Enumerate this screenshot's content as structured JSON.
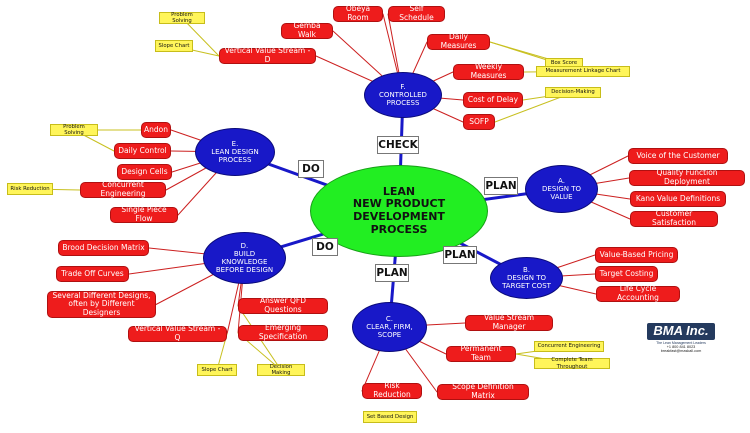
{
  "central": "LEAN\nNEW PRODUCT\nDEVELOPMENT\nPROCESS",
  "branches": {
    "a": "A.\nDESIGN TO\nVALUE",
    "b": "B.\nDESIGN TO\nTARGET COST",
    "c": "C.\nCLEAR, FIRM,\nSCOPE",
    "d": "D.\nBUILD\nKNOWLEDGE\nBEFORE DESIGN",
    "e": "E.\nLEAN DESIGN\nPROCESS",
    "f": "F.\nCONTROLLED\nPROCESS"
  },
  "phases": {
    "check": "CHECK",
    "plan_a": "PLAN",
    "plan_b": "PLAN",
    "plan_c": "PLAN",
    "do_d": "DO",
    "do_e": "DO"
  },
  "topics": {
    "voice_customer": "Voice of the Customer",
    "qfd": "Quality Function Deployment",
    "kano": "Kano Value Definitions",
    "customer_satisfaction": "Customer Satisfaction",
    "value_pricing": "Value-Based Pricing",
    "target_costing": "Target Costing",
    "life_cycle": "Life Cycle Accounting",
    "vsm": "Value Stream Manager",
    "permanent_team": "Permanent Team",
    "risk_reduction_c": "Risk Reduction",
    "scope_matrix": "Scope Definition Matrix",
    "answer_qfd": "Answer QFD Questions",
    "emerging_spec": "Emerging Specification",
    "vvs_q": "Vertical Value Stream - Q",
    "brood": "Brood Decision Matrix",
    "tradeoff": "Trade Off Curves",
    "several_designs": "Several Different Designs,\noften by Different Designers",
    "single_piece": "Single Piece Flow",
    "andon": "Andon",
    "daily_control": "Daily Control",
    "design_cells": "Design Cells",
    "concurrent_eng": "Concurrent Engineering",
    "gemba": "Gemba Walk",
    "obeya": "Obeya Room",
    "self_schedule": "Self Schedule",
    "daily_measures": "Daily Measures",
    "vvs_d": "Vertical Value Stream - D",
    "weekly_measures": "Weekly Measures",
    "cost_delay": "Cost of Delay",
    "sofp": "SOFP"
  },
  "notes": {
    "problem_solving_f": "Problem Solving",
    "slope_chart_f": "Slope Chart",
    "box_score": "Box Score",
    "measurement_linkage": "Measurement Linkage Chart",
    "decision_making_f": "Decision-Making",
    "problem_solving_e": "Problem Solving",
    "risk_reduction_e": "Risk Reduction",
    "concurrent_eng_c": "Concurrent Engineering",
    "complete_team": "Complete Team Throughout",
    "slope_chart_d": "Slope Chart",
    "decision_making_d": "Decision Making",
    "set_based": "Set Based Design"
  },
  "logo": {
    "mark": "BMA Inc.",
    "tagline": "The Lean Management Leaders",
    "phone": "+1 800 841 8023",
    "email": "breakfast@maskall.com"
  },
  "colors": {
    "central_fill": "#22ee22",
    "branch_fill": "#1818c8",
    "topic_fill": "#ee1c1c",
    "note_fill": "#fff55a",
    "branch_link": "#1818c8",
    "topic_link": "#cc2020",
    "note_link": "#c8c020"
  }
}
